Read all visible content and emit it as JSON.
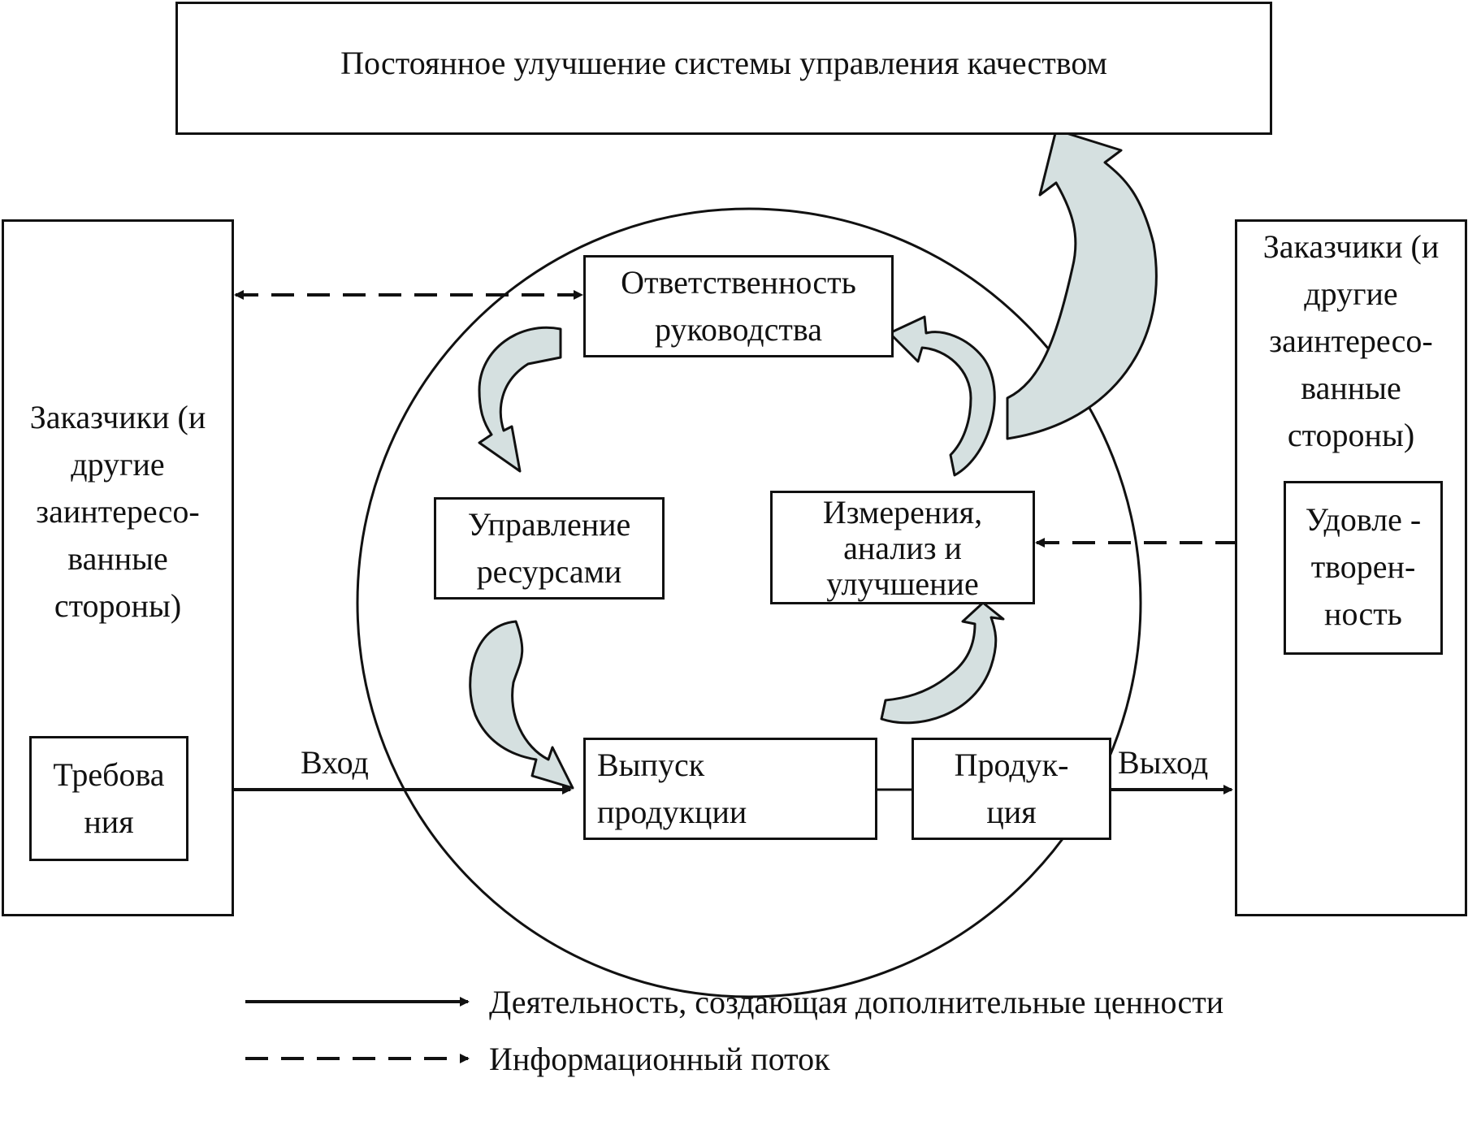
{
  "top_box": "Постоянное улучшение системы управления качеством",
  "left_side": {
    "customers": [
      "Заказчики (и",
      "другие",
      "заинтересо-",
      "ванные",
      "стороны)"
    ],
    "requirements": [
      "Требова",
      "ния"
    ]
  },
  "right_side": {
    "customers": [
      "Заказчики (и",
      "другие",
      "заинтересо-",
      "ванные",
      "стороны)"
    ],
    "satisfaction": [
      "Удовле -",
      "творен-",
      "ность"
    ]
  },
  "process": {
    "management": [
      "Ответственность",
      "руководства"
    ],
    "resources": [
      "Управление",
      "ресурсами"
    ],
    "measurement": [
      "Измерения,",
      "анализ и",
      "улучшение"
    ],
    "realization": [
      "Выпуск",
      "продукции"
    ],
    "product": [
      "Продук-",
      "ция"
    ]
  },
  "flow_labels": {
    "input": "Вход",
    "output": "Выход"
  },
  "legend": {
    "solid": "Деятельность, создающая дополнительные ценности",
    "dashed": "Информационный  поток"
  },
  "colors": {
    "stroke": "#111111",
    "arrow_fill": "#d5e0e0",
    "background": "#ffffff"
  }
}
